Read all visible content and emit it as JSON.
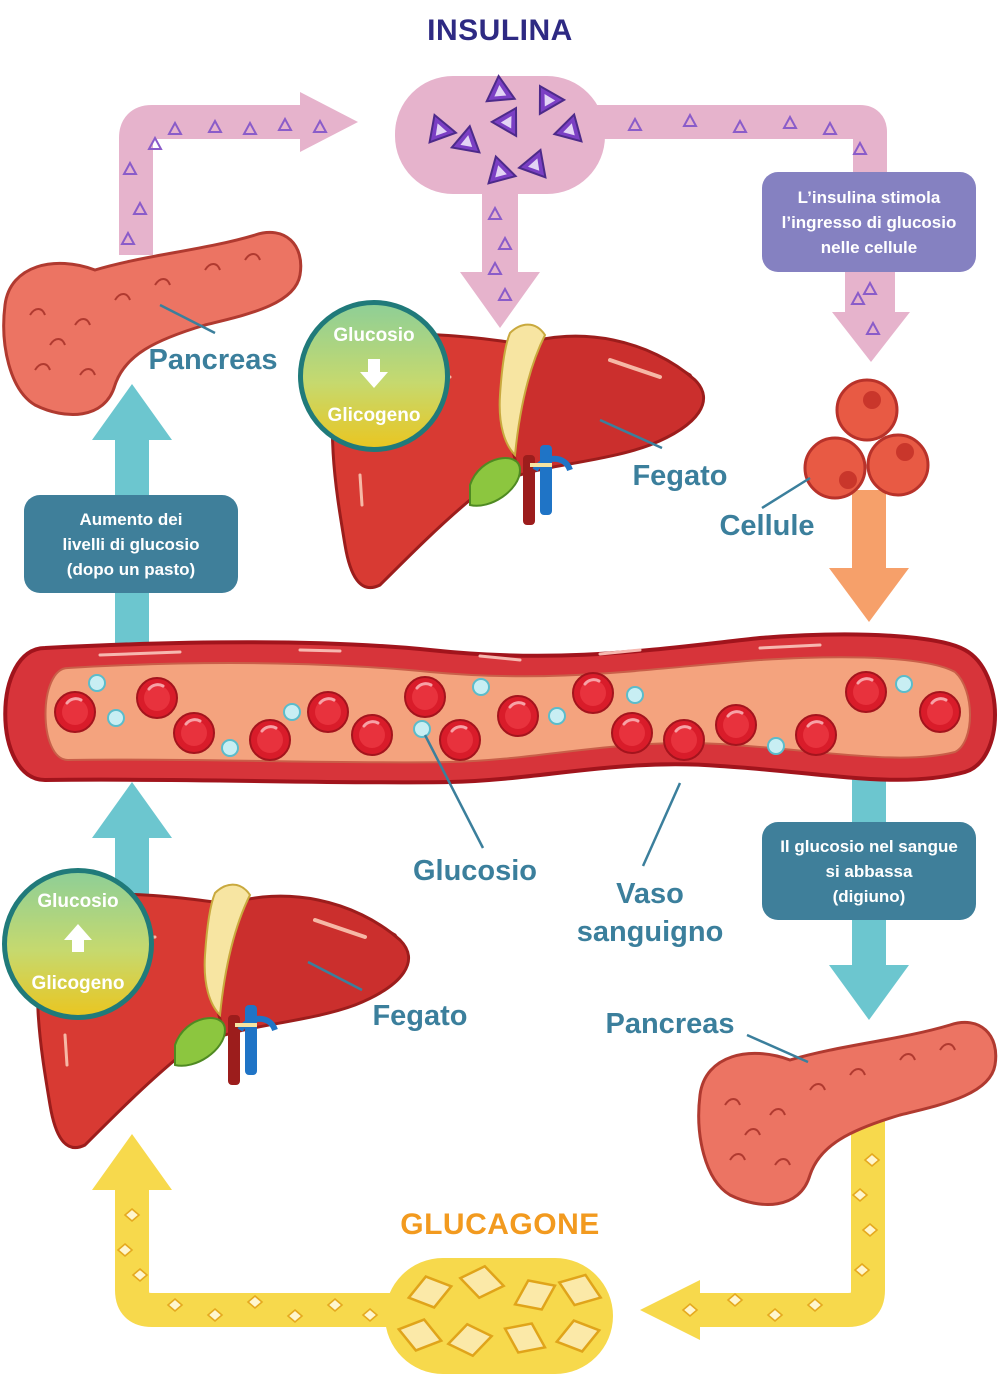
{
  "titles": {
    "insulin": "INSULINA",
    "glucagon": "GLUCAGONE"
  },
  "labels": {
    "pancreas_top": "Pancreas",
    "liver_top": "Fegato",
    "cells": "Cellule",
    "glucose": "Glucosio",
    "vessel_line1": "Vaso",
    "vessel_line2": "sanguigno",
    "liver_bottom": "Fegato",
    "pancreas_bottom": "Pancreas"
  },
  "boxes": {
    "insulin_effect": [
      "L’insulina stimola",
      "l’ingresso di glucosio",
      "nelle cellule"
    ],
    "glucose_rise": [
      "Aumento dei",
      "livelli di glucosio",
      "(dopo un pasto)"
    ],
    "glucose_drop": [
      "Il glucosio nel sangue",
      "si abbassa",
      "(digiuno)"
    ]
  },
  "conversions": {
    "top": {
      "from": "Glucosio",
      "to": "Glicogeno",
      "direction": "down"
    },
    "bottom": {
      "top_text": "Glucosio",
      "bottom_text": "Glicogeno",
      "direction": "up"
    }
  },
  "colors": {
    "insulin_title": "#2e2a83",
    "glucagon_title": "#f29a1f",
    "insulin_pathway": "#e6b3cc",
    "insulin_molecule": "#7b3fc4",
    "glucagon_pathway": "#f7d94c",
    "glucagon_molecule": "#fbe9a8",
    "glucose_arrow": "#6cc6cf",
    "cells_arrow": "#f6a06a",
    "label_text": "#3b7f9c",
    "box_purple": "#8581c1",
    "box_teal": "#3f7f9a",
    "vessel_outer": "#d7343a",
    "vessel_inner": "#f4a37e",
    "blood_cell": "#d91c2a",
    "glucose_dot": "#bfe7ee",
    "liver": "#cf3631",
    "gallbladder": "#8cc63f",
    "pancreas": "#ec7463"
  },
  "icons": {
    "insulin_molecule": "triangle-icon",
    "glucagon_molecule": "rhombus-icon",
    "arrow_down": "arrow-down-icon",
    "arrow_up": "arrow-up-icon"
  }
}
